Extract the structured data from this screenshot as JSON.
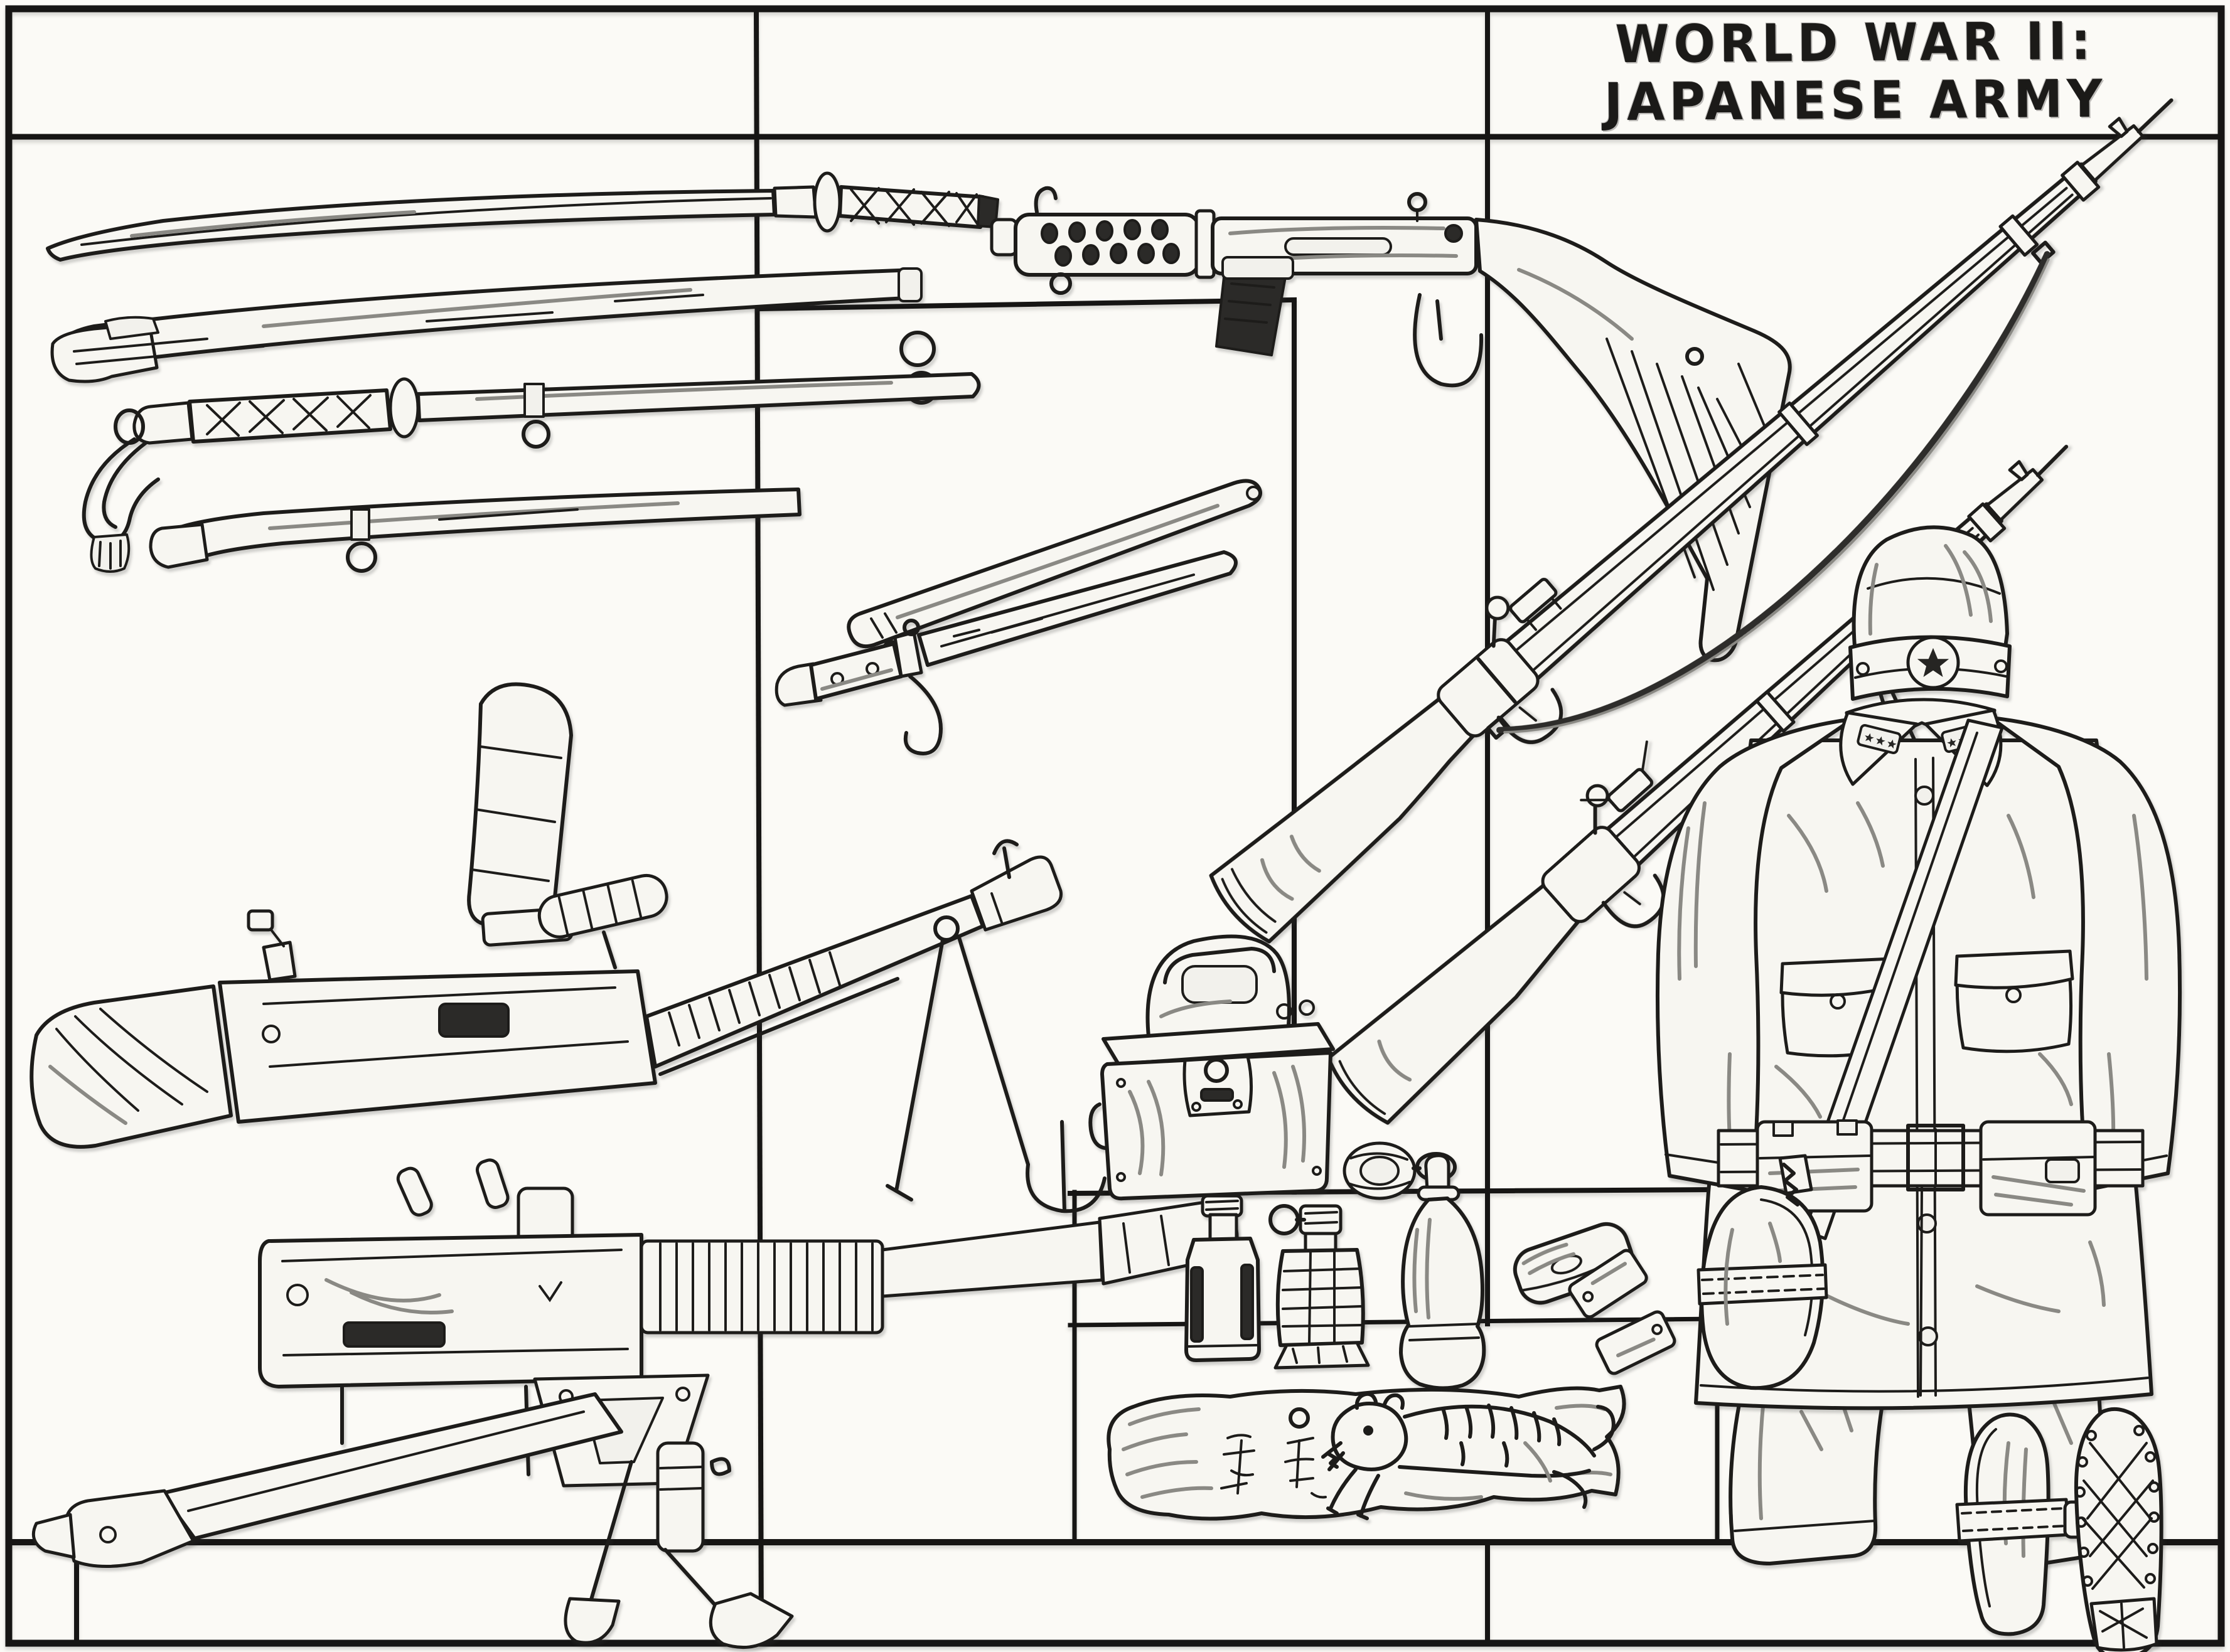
{
  "title": {
    "line1": "WORLD WAR II:",
    "line2": "JAPANESE ARMY"
  },
  "colors": {
    "paper": "#fbfaf6",
    "ink": "#1d1c1a",
    "pencil_shade": "#a5a49f",
    "dark_fill": "#2b2a28"
  },
  "plate": {
    "style": "hand-inked equipment plate with comic panel borders",
    "text_visible": [
      "WORLD WAR II:",
      "JAPANESE ARMY"
    ]
  },
  "items": [
    {
      "label": "katana blade with wrapped hilt"
    },
    {
      "label": "katana scabbard with hanger ring"
    },
    {
      "label": "shin-gunto officer sword with tassel"
    },
    {
      "label": "sword scabbard with chape and ring"
    },
    {
      "label": "Type 100 submachine gun with perforated shroud"
    },
    {
      "label": "bayonet scabbard"
    },
    {
      "label": "Type 30 bayonet with hooked quillon"
    },
    {
      "label": "Type 38 Arisaka rifle with sling"
    },
    {
      "label": "Type 99 Arisaka rifle with monopod"
    },
    {
      "label": "field cap with star emblem"
    },
    {
      "label": "army tunic with collar tabs, cross strap, belt and pouches"
    },
    {
      "label": "round canteen on straps"
    },
    {
      "label": "army breeches"
    },
    {
      "label": "tabi boot sole with ankle strap"
    },
    {
      "label": "hobnailed boot sole with cleats"
    },
    {
      "label": "Type 96 light machine gun with top magazine and bipod"
    },
    {
      "label": "Type 92 heavy machine gun on tripod"
    },
    {
      "label": "ammunition box with carry handle and latch"
    },
    {
      "label": "coiled whistle with ring"
    },
    {
      "label": "gun oiler bottle"
    },
    {
      "label": "fragmentation grenade"
    },
    {
      "label": "water bottle with stopper"
    },
    {
      "label": "soap box case"
    },
    {
      "label": "identity tags"
    },
    {
      "label": "good-luck tiger pennant with kanji"
    }
  ]
}
